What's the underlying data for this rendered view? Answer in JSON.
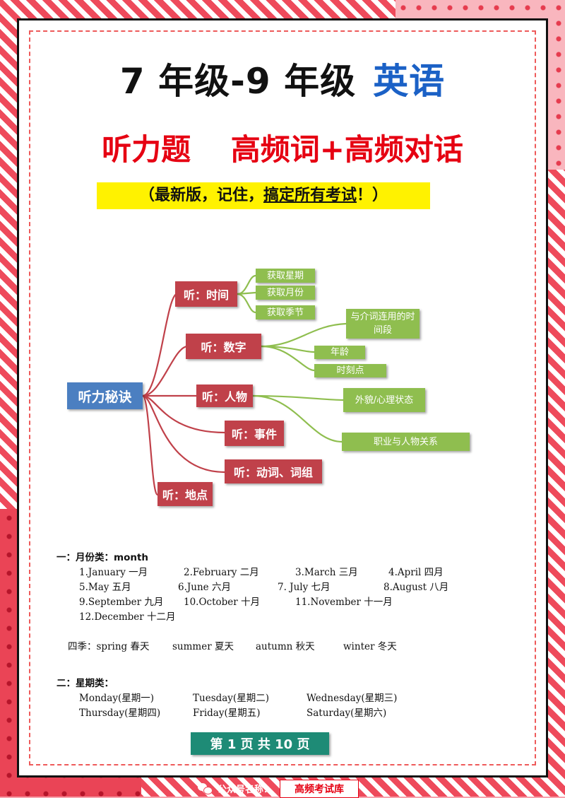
{
  "title": {
    "main": "7 年级-9 年级",
    "subject": "英语"
  },
  "subtitle": "听力题　 高频词+高频对话",
  "tag": {
    "before": "（最新版，记住，",
    "underlined": "搞定所有考试",
    "after": "！）"
  },
  "mindmap": {
    "root": "听力秘诀",
    "branches": [
      {
        "label": "听：时间",
        "children": [
          "获取星期",
          "获取月份",
          "获取季节"
        ]
      },
      {
        "label": "听：数字",
        "children": [
          "与介词连用的时间段",
          "年龄",
          "时刻点"
        ]
      },
      {
        "label": "听：人物",
        "children": [
          "外貌/心理状态",
          "职业与人物关系"
        ]
      },
      {
        "label": "听：事件",
        "children": []
      },
      {
        "label": "听：动词、词组",
        "children": []
      },
      {
        "label": "听：地点",
        "children": []
      }
    ],
    "colors": {
      "root": "#4b7fc1",
      "branch": "#c0414a",
      "leaf": "#8fbe4f",
      "line_branch": "#c0414a",
      "line_leaf": "#8fbe4f"
    }
  },
  "months_section": {
    "heading": "一：月份类：month",
    "rows": [
      [
        "1.January 一月",
        "2.February 二月",
        "3.March 三月",
        "4.April 四月"
      ],
      [
        "5.May 五月",
        "6.June 六月",
        "7.  July 七月",
        "8.August 八月"
      ],
      [
        "9.September 九月",
        "10.October 十月",
        "11.November 十一月"
      ],
      [
        "12.December 十二月"
      ]
    ],
    "seasons": [
      "四季：spring 春天",
      "summer 夏天",
      "autumn 秋天",
      "winter 冬天"
    ]
  },
  "weekdays_section": {
    "heading": "二：星期类：",
    "rows": [
      [
        "Monday(星期一)",
        "Tuesday(星期二)",
        "Wednesday(星期三)"
      ],
      [
        "Thursday(星期四)",
        "Friday(星期五)",
        "Saturday(星期六)"
      ]
    ]
  },
  "page_footer": "第 1 页 共 10 页",
  "bottom_bar": {
    "label": "公众号名称：",
    "name": "高频考试库"
  },
  "colors": {
    "title_blue": "#1b61c6",
    "subtitle_red": "#e60012",
    "tag_yellow": "#fff200",
    "footer_green": "#1e8b76",
    "frame_red": "#ee4a5b"
  }
}
